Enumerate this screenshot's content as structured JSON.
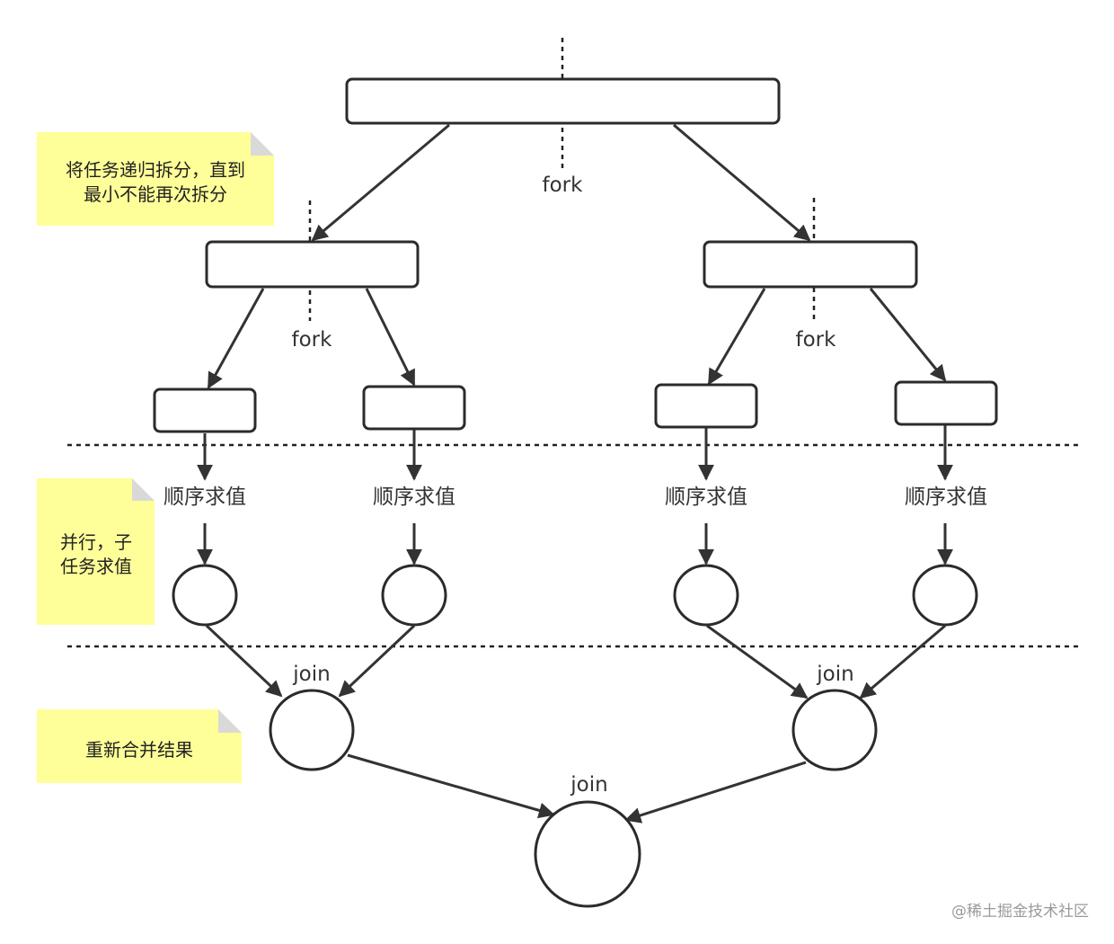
{
  "labels": {
    "fork": "fork",
    "join": "join",
    "sequential": "顺序求值"
  },
  "notes": {
    "split_line1": "将任务递归拆分，直到",
    "split_line2": "最小不能再次拆分",
    "parallel_line1": "并行，子",
    "parallel_line2": "任务求值",
    "merge": "重新合并结果"
  },
  "watermark": "@稀土掘金技术社区",
  "colors": {
    "note_fill": "#ffff99",
    "stroke": "#2b2b2b"
  }
}
